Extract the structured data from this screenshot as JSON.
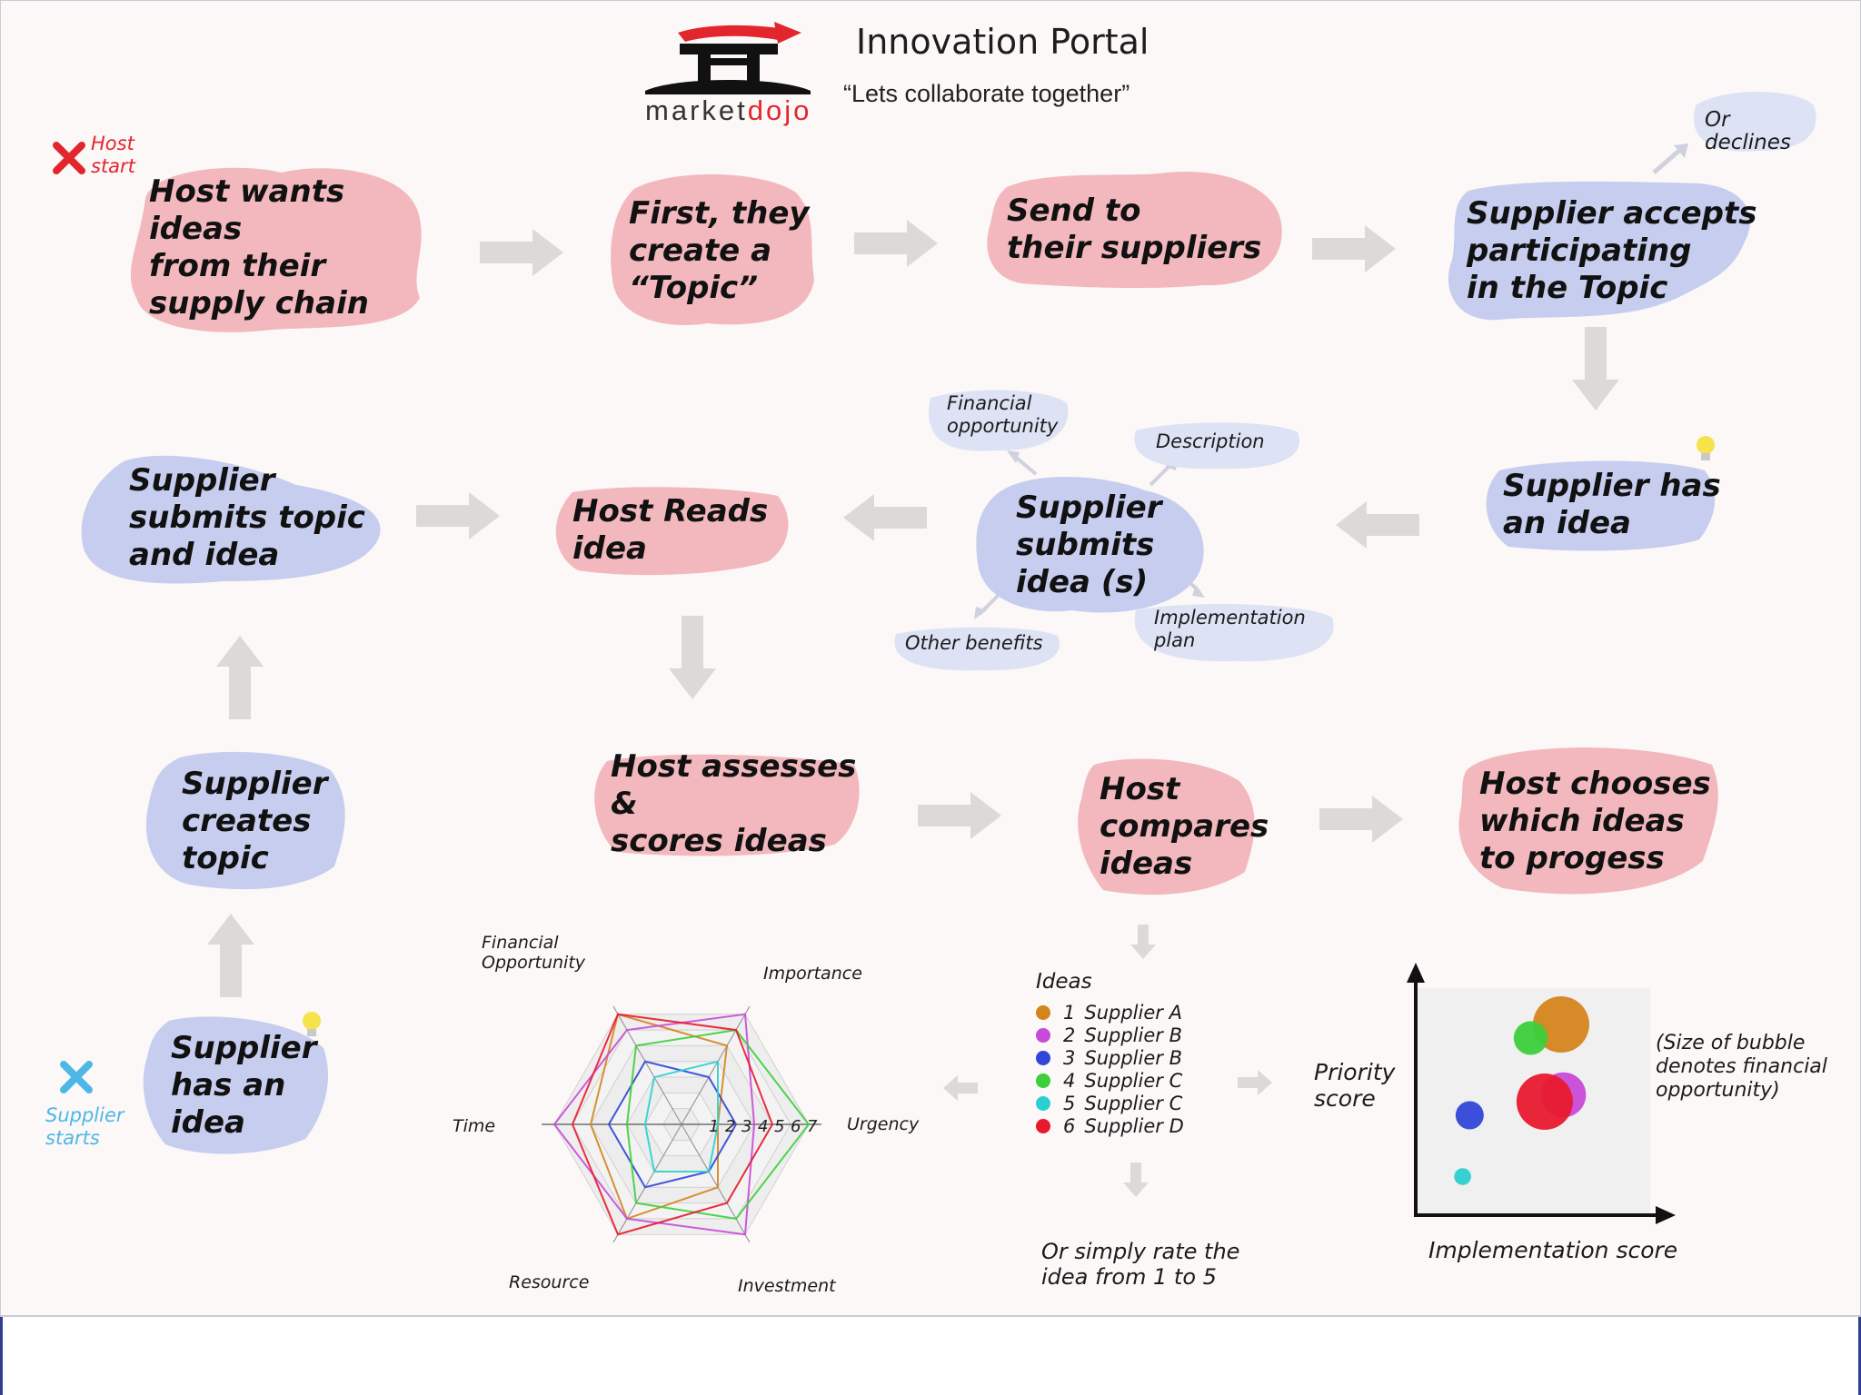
{
  "header": {
    "title": "Innovation Portal",
    "subtitle": "“Lets collaborate together”",
    "logo_word_a": "market",
    "logo_word_b": "dojo"
  },
  "colors": {
    "host": "#f2b8bd",
    "supplier": "#c6cdee",
    "note": "#dde2f4",
    "arrow": "#d9d6d6",
    "host_start": "#e3262e",
    "supplier_start": "#4db8e6"
  },
  "starts": {
    "host": "Host\nstart",
    "supplier": "Supplier\nstarts"
  },
  "steps": {
    "host_wants": "Host wants ideas\nfrom their\nsupply chain",
    "create_topic": "First, they\ncreate a\n“Topic”",
    "send_suppliers": "Send to\ntheir suppliers",
    "accepts": "Supplier accepts\nparticipating\nin the Topic",
    "has_idea_right": "Supplier has\nan idea",
    "submits_idea": "Supplier\nsubmits\nidea (s)",
    "host_reads": "Host Reads\nidea",
    "submits_topic": "Supplier\nsubmits topic\nand idea",
    "creates_topic": "Supplier\ncreates\ntopic",
    "has_idea_left": "Supplier\nhas an\nidea",
    "assesses": "Host assesses &\nscores ideas",
    "compares": "Host\ncompares\nideas",
    "chooses": "Host chooses\nwhich ideas\nto progess"
  },
  "notes": {
    "declines": "Or declines",
    "financial": "Financial\nopportunity",
    "description": "Description",
    "other_benefits": "Other benefits",
    "implementation": "Implementation\nplan",
    "rate": "Or simply rate the\nidea from 1 to 5",
    "bubble_size": "(Size of bubble\ndenotes financial\nopportunity)"
  },
  "legend": {
    "title": "Ideas",
    "items": [
      {
        "num": "1",
        "label": "Supplier A",
        "color": "#d4841c"
      },
      {
        "num": "2",
        "label": "Supplier B",
        "color": "#c84ad8"
      },
      {
        "num": "3",
        "label": "Supplier B",
        "color": "#3046d8"
      },
      {
        "num": "4",
        "label": "Supplier C",
        "color": "#3ccf3a"
      },
      {
        "num": "5",
        "label": "Supplier C",
        "color": "#2ccfcf"
      },
      {
        "num": "6",
        "label": "Supplier D",
        "color": "#e8192e"
      }
    ]
  },
  "chart_data": [
    {
      "type": "radar",
      "axes": [
        "Financial\nOpportunity",
        "Importance",
        "Urgency",
        "Investment",
        "Resource",
        "Time"
      ],
      "scale_labels": [
        "1",
        "2",
        "3",
        "4",
        "5",
        "6",
        "7"
      ],
      "scale_max": 7,
      "series": [
        {
          "color": "#d4841c",
          "values": [
            7,
            5,
            2,
            4,
            6,
            5
          ]
        },
        {
          "color": "#c84ad8",
          "values": [
            6,
            7,
            4,
            7,
            6,
            7
          ]
        },
        {
          "color": "#3046d8",
          "values": [
            4,
            3,
            3,
            3,
            4,
            4
          ]
        },
        {
          "color": "#3ccf3a",
          "values": [
            5,
            6,
            7,
            6,
            5,
            3
          ]
        },
        {
          "color": "#2ccfcf",
          "values": [
            3,
            4,
            2,
            3,
            3,
            2
          ]
        },
        {
          "color": "#e8192e",
          "values": [
            7,
            6,
            5,
            5,
            7,
            6
          ]
        }
      ]
    },
    {
      "type": "scatter",
      "xlabel": "Implementation score",
      "ylabel": "Priority\nscore",
      "xlim": [
        0,
        10
      ],
      "ylim": [
        0,
        10
      ],
      "points": [
        {
          "idea": "1",
          "x": 6.2,
          "y": 8.4,
          "size": 10,
          "color": "#d4841c"
        },
        {
          "idea": "4",
          "x": 4.9,
          "y": 7.8,
          "size": 6,
          "color": "#3ccf3a"
        },
        {
          "idea": "2",
          "x": 6.3,
          "y": 5.3,
          "size": 8,
          "color": "#c84ad8"
        },
        {
          "idea": "6",
          "x": 5.5,
          "y": 5.0,
          "size": 10,
          "color": "#e8192e"
        },
        {
          "idea": "3",
          "x": 2.3,
          "y": 4.4,
          "size": 5,
          "color": "#3046d8"
        },
        {
          "idea": "5",
          "x": 2.0,
          "y": 1.7,
          "size": 3,
          "color": "#2ccfcf"
        }
      ]
    }
  ]
}
